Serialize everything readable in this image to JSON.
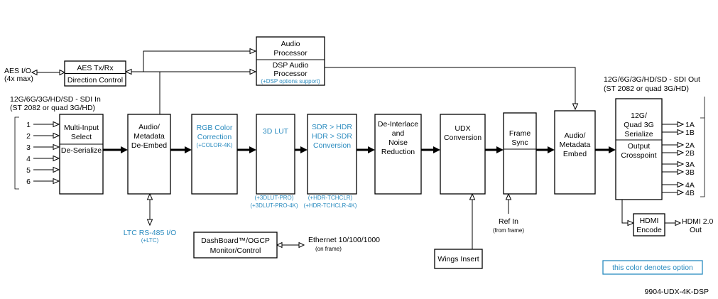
{
  "colors": {
    "option": "#2a8bbf",
    "line": "#000000"
  },
  "labels": {
    "aes_io": [
      "AES I/O",
      "(4x max)"
    ],
    "sdi_in": [
      "12G/6G/3G/HD/SD - SDI In",
      "(ST 2082 or quad 3G/HD)"
    ],
    "inputs": [
      "1",
      "2",
      "3",
      "4",
      "5",
      "6"
    ],
    "sdi_out": [
      "12G/6G/3G/HD/SD - SDI Out",
      "(ST 2082 or quad 3G/HD)"
    ],
    "outputs": [
      "1A",
      "1B",
      "2A",
      "2B",
      "3A",
      "3B",
      "4A",
      "4B"
    ],
    "ltc": "LTC RS-485 I/O",
    "ltc_opt": "(+LTC)",
    "ref_in": [
      "Ref In",
      "(from frame)"
    ],
    "ethernet": [
      "Ethernet 10/100/1000",
      "(on frame)"
    ],
    "hdmi_out": [
      "HDMI 2.0",
      "Out"
    ],
    "part_number": "9904-UDX-4K-DSP"
  },
  "blocks": {
    "aes": [
      "AES Tx/Rx",
      "Direction Control"
    ],
    "audio_proc": [
      "Audio",
      "Processor"
    ],
    "dsp_audio": [
      "DSP Audio",
      "Processor"
    ],
    "dsp_opt": "(+DSP options support)",
    "multi_input": [
      "Multi-Input",
      "Select"
    ],
    "deserialize": "De-Serialize",
    "de_embed": [
      "Audio/",
      "Metadata",
      "De-Embed"
    ],
    "rgb": [
      "RGB Color",
      "Correction"
    ],
    "rgb_opt": "(+COLOR-4K)",
    "lut": "3D LUT",
    "lut_opt": [
      "(+3DLUT-PRO)",
      "(+3DLUT-PRO-4K)"
    ],
    "sdr_hdr": [
      "SDR > HDR",
      "HDR > SDR",
      "Conversion"
    ],
    "hdr_opt": [
      "(+HDR-TCHCLR)",
      "(+HDR-TCHCLR-4K)"
    ],
    "deinterlace": [
      "De-Interlace",
      "and",
      "Noise",
      "Reduction"
    ],
    "udx": [
      "UDX",
      "Conversion"
    ],
    "frame_sync": [
      "Frame",
      "Sync"
    ],
    "embed": [
      "Audio/",
      "Metadata",
      "Embed"
    ],
    "serialize": [
      "12G/",
      "Quad 3G",
      "Serialize"
    ],
    "crosspoint": [
      "Output",
      "Crosspoint"
    ],
    "hdmi": [
      "HDMI",
      "Encode"
    ],
    "dashboard": [
      "DashBoard™/OGCP",
      "Monitor/Control"
    ],
    "wings": "Wings Insert"
  },
  "legend": "this color denotes option"
}
